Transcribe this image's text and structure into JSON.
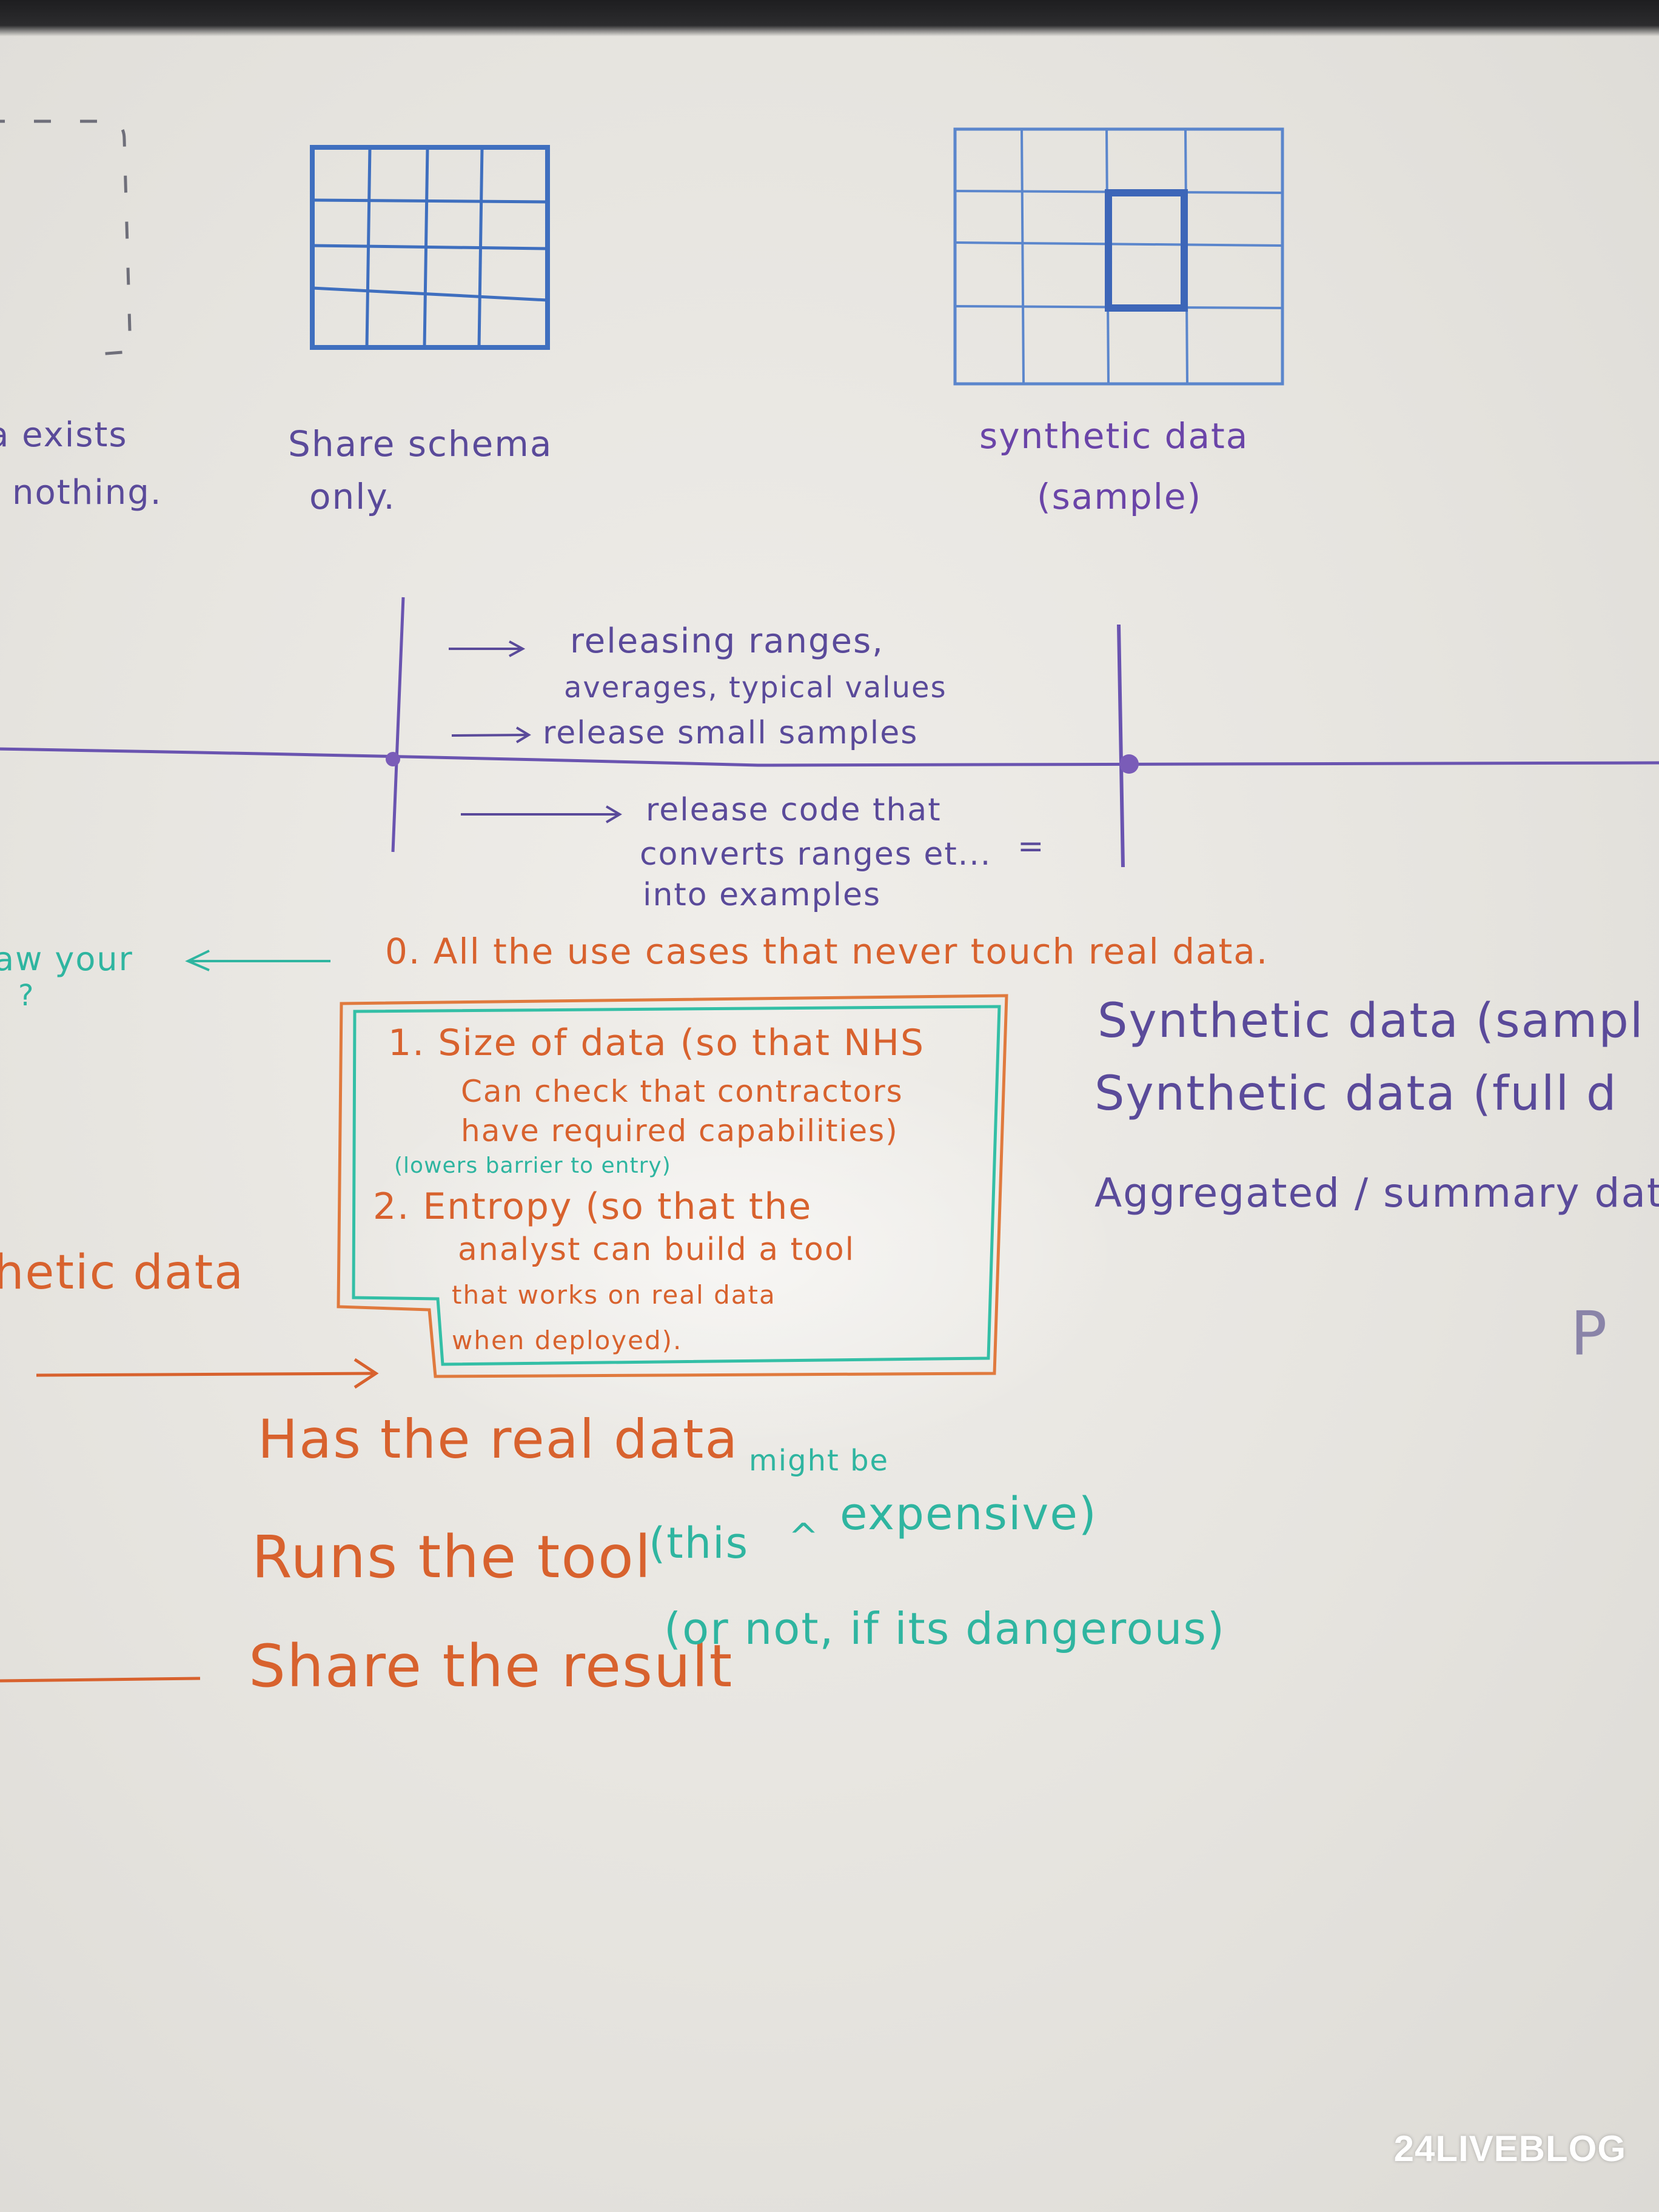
{
  "top_row": {
    "left_caption_line1": "a exists",
    "left_caption_line2": "nothing.",
    "schema_caption_line1": "Share schema",
    "schema_caption_line2": "only.",
    "synthetic_caption_line1": "synthetic data",
    "synthetic_caption_line2": "(sample)"
  },
  "timeline": {
    "note1_line1": "releasing ranges,",
    "note1_line2": "averages, typical values",
    "note2": "release small samples",
    "note3_line1": "release code that",
    "note3_line2": "converts ranges et...",
    "note3_line3": "into examples",
    "equals_mark": "="
  },
  "left_edge": {
    "teal_fragment": "aw your",
    "teal_question": "?",
    "orange_fragment": "hetic data"
  },
  "use_cases": {
    "item0": "0. All the use cases that never touch real data.",
    "item1_line1": "1.  Size of data (so that NHS",
    "item1_line2": "Can check that contractors",
    "item1_line3": "have required capabilities)",
    "item1_teal_note": "(lowers barrier to entry)",
    "item2_line1": "2.  Entropy (so that the",
    "item2_line2": "analyst can build a tool",
    "item2_line3": "that works on real data",
    "item2_line4": "when deployed)."
  },
  "right_list": {
    "line1": "Synthetic  data  (sampl",
    "line2": "Synthetic  data  (full  d",
    "line3": "Aggregated / summary  data",
    "fragment": "P"
  },
  "bottom_steps": {
    "step1": "Has the real data",
    "step2": "Runs the tool",
    "step2_note_open": "(this",
    "step2_caret": "^",
    "step2_note_insert": "might be",
    "step2_note_close": "expensive)",
    "step3": "Share the result",
    "step3_note": "(or not, if its dangerous)"
  },
  "watermark": "24LIVEBLOG",
  "colors": {
    "board": "#ebe9e5",
    "blue_marker": "#3f6fbf",
    "purple_marker": "#5a4a9a",
    "orange_marker": "#d8622e",
    "teal_marker": "#2fb5a0"
  }
}
